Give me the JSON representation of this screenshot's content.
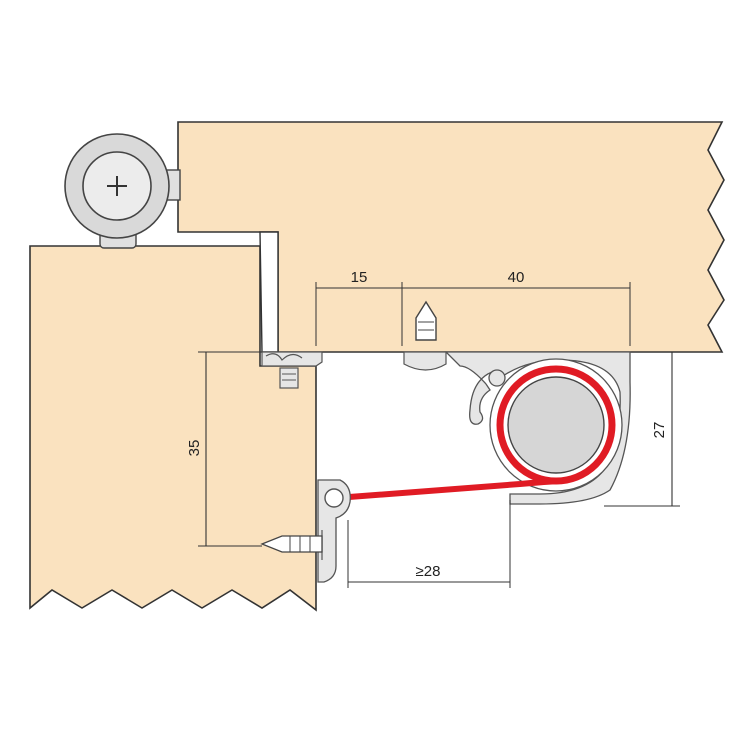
{
  "dimensions": {
    "gap_15": "15",
    "width_40": "40",
    "height_27": "27",
    "height_35": "35",
    "min_28": "≥28"
  },
  "colors": {
    "wood": "#fae2bf",
    "outline": "#333333",
    "aluminium": "#e6e6e6",
    "roller": "#d6d6d6",
    "cord_red": "#e01b24"
  },
  "icons": {
    "hinge_knob": "plus-screw-icon",
    "dowel": "pin-icon",
    "anchor": "hook-icon"
  }
}
